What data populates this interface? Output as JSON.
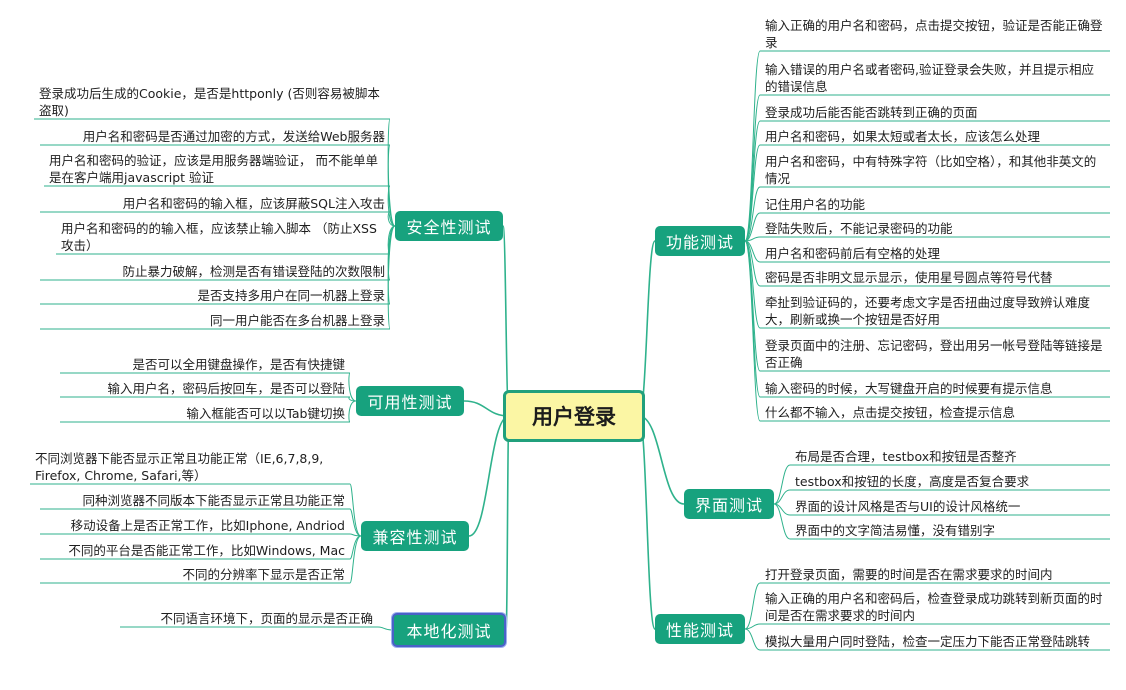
{
  "central": "用户登录",
  "branches": {
    "security": {
      "label": "安全性测试",
      "items": [
        "登录成功后生成的Cookie，是否是httponly (否则容易被脚本盗取)",
        "用户名和密码是否通过加密的方式，发送给Web服务器",
        "用户名和密码的验证，应该是用服务器端验证， 而不能单单是在客户端用javascript 验证",
        "用户名和密码的输入框，应该屏蔽SQL注入攻击",
        "用户名和密码的的输入框，应该禁止输入脚本 （防止XSS攻击）",
        "防止暴力破解，检测是否有错误登陆的次数限制",
        "是否支持多用户在同一机器上登录",
        "同一用户能否在多台机器上登录"
      ]
    },
    "usability": {
      "label": "可用性测试",
      "items": [
        "是否可以全用键盘操作，是否有快捷键",
        "输入用户名，密码后按回车，是否可以登陆",
        "输入框能否可以以Tab键切换"
      ]
    },
    "compat": {
      "label": "兼容性测试",
      "items": [
        "不同浏览器下能否显示正常且功能正常（IE,6,7,8,9, Firefox, Chrome, Safari,等）",
        "同种浏览器不同版本下能否显示正常且功能正常",
        "移动设备上是否正常工作，比如Iphone, Andriod",
        "不同的平台是否能正常工作，比如Windows, Mac",
        "不同的分辨率下显示是否正常"
      ]
    },
    "local": {
      "label": "本地化测试",
      "items": [
        "不同语言环境下，页面的显示是否正确"
      ]
    },
    "func": {
      "label": "功能测试",
      "items": [
        "输入正确的用户名和密码，点击提交按钮，验证是否能正确登录",
        "输入错误的用户名或者密码,验证登录会失败，并且提示相应的错误信息",
        "登录成功后能否能否跳转到正确的页面",
        "用户名和密码，如果太短或者太长，应该怎么处理",
        "用户名和密码，中有特殊字符（比如空格），和其他非英文的情况",
        "记住用户名的功能",
        "登陆失败后，不能记录密码的功能",
        "用户名和密码前后有空格的处理",
        "密码是否非明文显示显示，使用星号圆点等符号代替",
        "牵扯到验证码的，还要考虑文字是否扭曲过度导致辨认难度大，刷新或换一个按钮是否好用",
        "登录页面中的注册、忘记密码，登出用另一帐号登陆等链接是否正确",
        "输入密码的时候，大写键盘开启的时候要有提示信息",
        "什么都不输入，点击提交按钮，检查提示信息"
      ]
    },
    "ui": {
      "label": "界面测试",
      "items": [
        "布局是否合理，testbox和按钮是否整齐",
        "testbox和按钮的长度，高度是否复合要求",
        "界面的设计风格是否与UI的设计风格统一",
        "界面中的文字简洁易懂，没有错别字"
      ]
    },
    "perf": {
      "label": "性能测试",
      "items": [
        "打开登录页面，需要的时间是否在需求要求的时间内",
        "输入正确的用户名和密码后，检查登录成功跳转到新页面的时间是否在需求要求的时间内",
        "模拟大量用户同时登陆，检查一定压力下能否正常登陆跳转"
      ]
    }
  },
  "colors": {
    "accent": "#17a27e",
    "central_fill": "#fbf6a4",
    "line": "#2fb28c",
    "selected_border": "#4a62c8"
  }
}
